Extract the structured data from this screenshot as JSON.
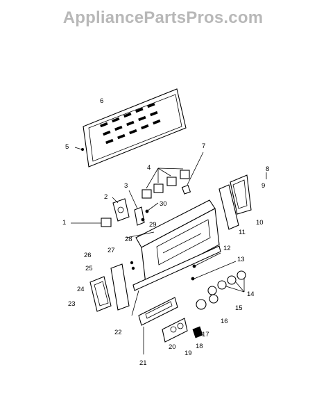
{
  "watermark": "AppliancePartsPros.com",
  "callouts": [
    {
      "id": "c1",
      "text": "1"
    },
    {
      "id": "c2",
      "text": "2"
    },
    {
      "id": "c3",
      "text": "3"
    },
    {
      "id": "c4",
      "text": "4"
    },
    {
      "id": "c5",
      "text": "5"
    },
    {
      "id": "c6",
      "text": "6"
    },
    {
      "id": "c7",
      "text": "7"
    },
    {
      "id": "c8",
      "text": "8"
    },
    {
      "id": "c9",
      "text": "9"
    },
    {
      "id": "c10",
      "text": "10"
    },
    {
      "id": "c11",
      "text": "11"
    },
    {
      "id": "c12",
      "text": "12"
    },
    {
      "id": "c13",
      "text": "13"
    },
    {
      "id": "c14",
      "text": "14"
    },
    {
      "id": "c15",
      "text": "15"
    },
    {
      "id": "c16",
      "text": "16"
    },
    {
      "id": "c17",
      "text": "17"
    },
    {
      "id": "c18",
      "text": "18"
    },
    {
      "id": "c19",
      "text": "19"
    },
    {
      "id": "c20",
      "text": "20"
    },
    {
      "id": "c21",
      "text": "21"
    },
    {
      "id": "c22",
      "text": "22"
    },
    {
      "id": "c23",
      "text": "23"
    },
    {
      "id": "c24",
      "text": "24"
    },
    {
      "id": "c25",
      "text": "25"
    },
    {
      "id": "c26",
      "text": "26"
    },
    {
      "id": "c27",
      "text": "27"
    },
    {
      "id": "c28",
      "text": "28"
    },
    {
      "id": "c29",
      "text": "29"
    },
    {
      "id": "c30",
      "text": "30"
    }
  ]
}
